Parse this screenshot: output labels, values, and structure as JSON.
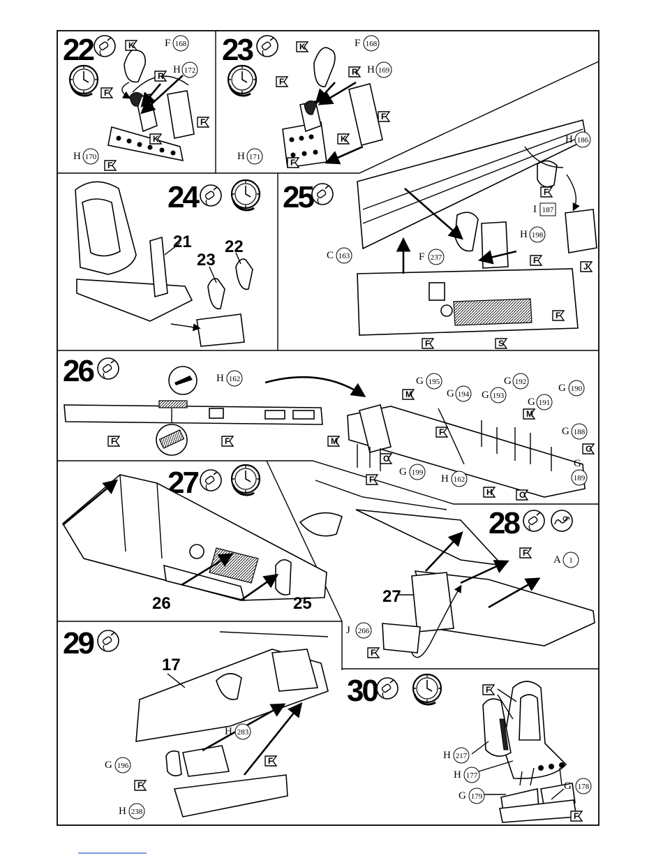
{
  "steps": [
    {
      "id": "22",
      "icons": [
        "glue-icon",
        "clock-icon"
      ],
      "labels": [
        {
          "letter": "F",
          "num": "168"
        },
        {
          "letter": "H",
          "num": "172"
        },
        {
          "letter": "H",
          "num": "170"
        }
      ],
      "codes": [
        "K",
        "R",
        "F",
        "K",
        "F",
        "F"
      ]
    },
    {
      "id": "23",
      "icons": [
        "glue-icon",
        "clock-icon"
      ],
      "labels": [
        {
          "letter": "F",
          "num": "168"
        },
        {
          "letter": "H",
          "num": "169"
        },
        {
          "letter": "H",
          "num": "171"
        }
      ],
      "codes": [
        "K",
        "R",
        "F",
        "F",
        "K",
        "F"
      ]
    },
    {
      "id": "24",
      "icons": [
        "glue-icon",
        "clock-icon"
      ],
      "refs": [
        "21",
        "23",
        "22"
      ]
    },
    {
      "id": "25",
      "icons": [
        "glue-icon"
      ],
      "labels": [
        {
          "letter": "H",
          "num": "186"
        },
        {
          "letter": "I",
          "num": "187"
        },
        {
          "letter": "H",
          "num": "198"
        },
        {
          "letter": "C",
          "num": "163"
        },
        {
          "letter": "F",
          "num": "237"
        }
      ],
      "codes": [
        "F",
        "F",
        "J",
        "F",
        "F",
        "S"
      ]
    },
    {
      "id": "26",
      "icons": [
        "glue-icon"
      ],
      "labels": [
        {
          "letter": "H",
          "num": "162"
        },
        {
          "letter": "G",
          "num": "195"
        },
        {
          "letter": "G",
          "num": "194"
        },
        {
          "letter": "G",
          "num": "193"
        },
        {
          "letter": "G",
          "num": "192"
        },
        {
          "letter": "G",
          "num": "191"
        },
        {
          "letter": "G",
          "num": "190"
        },
        {
          "letter": "G",
          "num": "188"
        },
        {
          "letter": "G",
          "num": "189"
        },
        {
          "letter": "G",
          "num": "199"
        },
        {
          "letter": "H",
          "num": "162"
        }
      ],
      "codes": [
        "F",
        "F",
        "M",
        "F",
        "M",
        "M",
        "G",
        "O",
        "F",
        "H",
        "O"
      ]
    },
    {
      "id": "27",
      "icons": [
        "glue-icon",
        "clock-icon"
      ],
      "refs": [
        "26",
        "25"
      ]
    },
    {
      "id": "28",
      "icons": [
        "glue-icon",
        "decal-icon"
      ],
      "labels": [
        {
          "letter": "A",
          "num": "1"
        },
        {
          "letter": "J",
          "num": "266"
        }
      ],
      "refs": [
        "27"
      ],
      "codes": [
        "F",
        "F"
      ]
    },
    {
      "id": "29",
      "icons": [
        "glue-icon"
      ],
      "labels": [
        {
          "letter": "H",
          "num": "283"
        },
        {
          "letter": "G",
          "num": "196"
        },
        {
          "letter": "H",
          "num": "238"
        }
      ],
      "refs": [
        "17"
      ],
      "codes": [
        "F",
        "F"
      ]
    },
    {
      "id": "30",
      "icons": [
        "glue-icon",
        "clock-icon"
      ],
      "labels": [
        {
          "letter": "H",
          "num": "217"
        },
        {
          "letter": "H",
          "num": "177"
        },
        {
          "letter": "G",
          "num": "179"
        },
        {
          "letter": "G",
          "num": "178"
        }
      ],
      "codes": [
        "F",
        "F"
      ]
    }
  ],
  "colors": {
    "ink": "#000000",
    "paper": "#ffffff",
    "link": "#3355cc"
  }
}
